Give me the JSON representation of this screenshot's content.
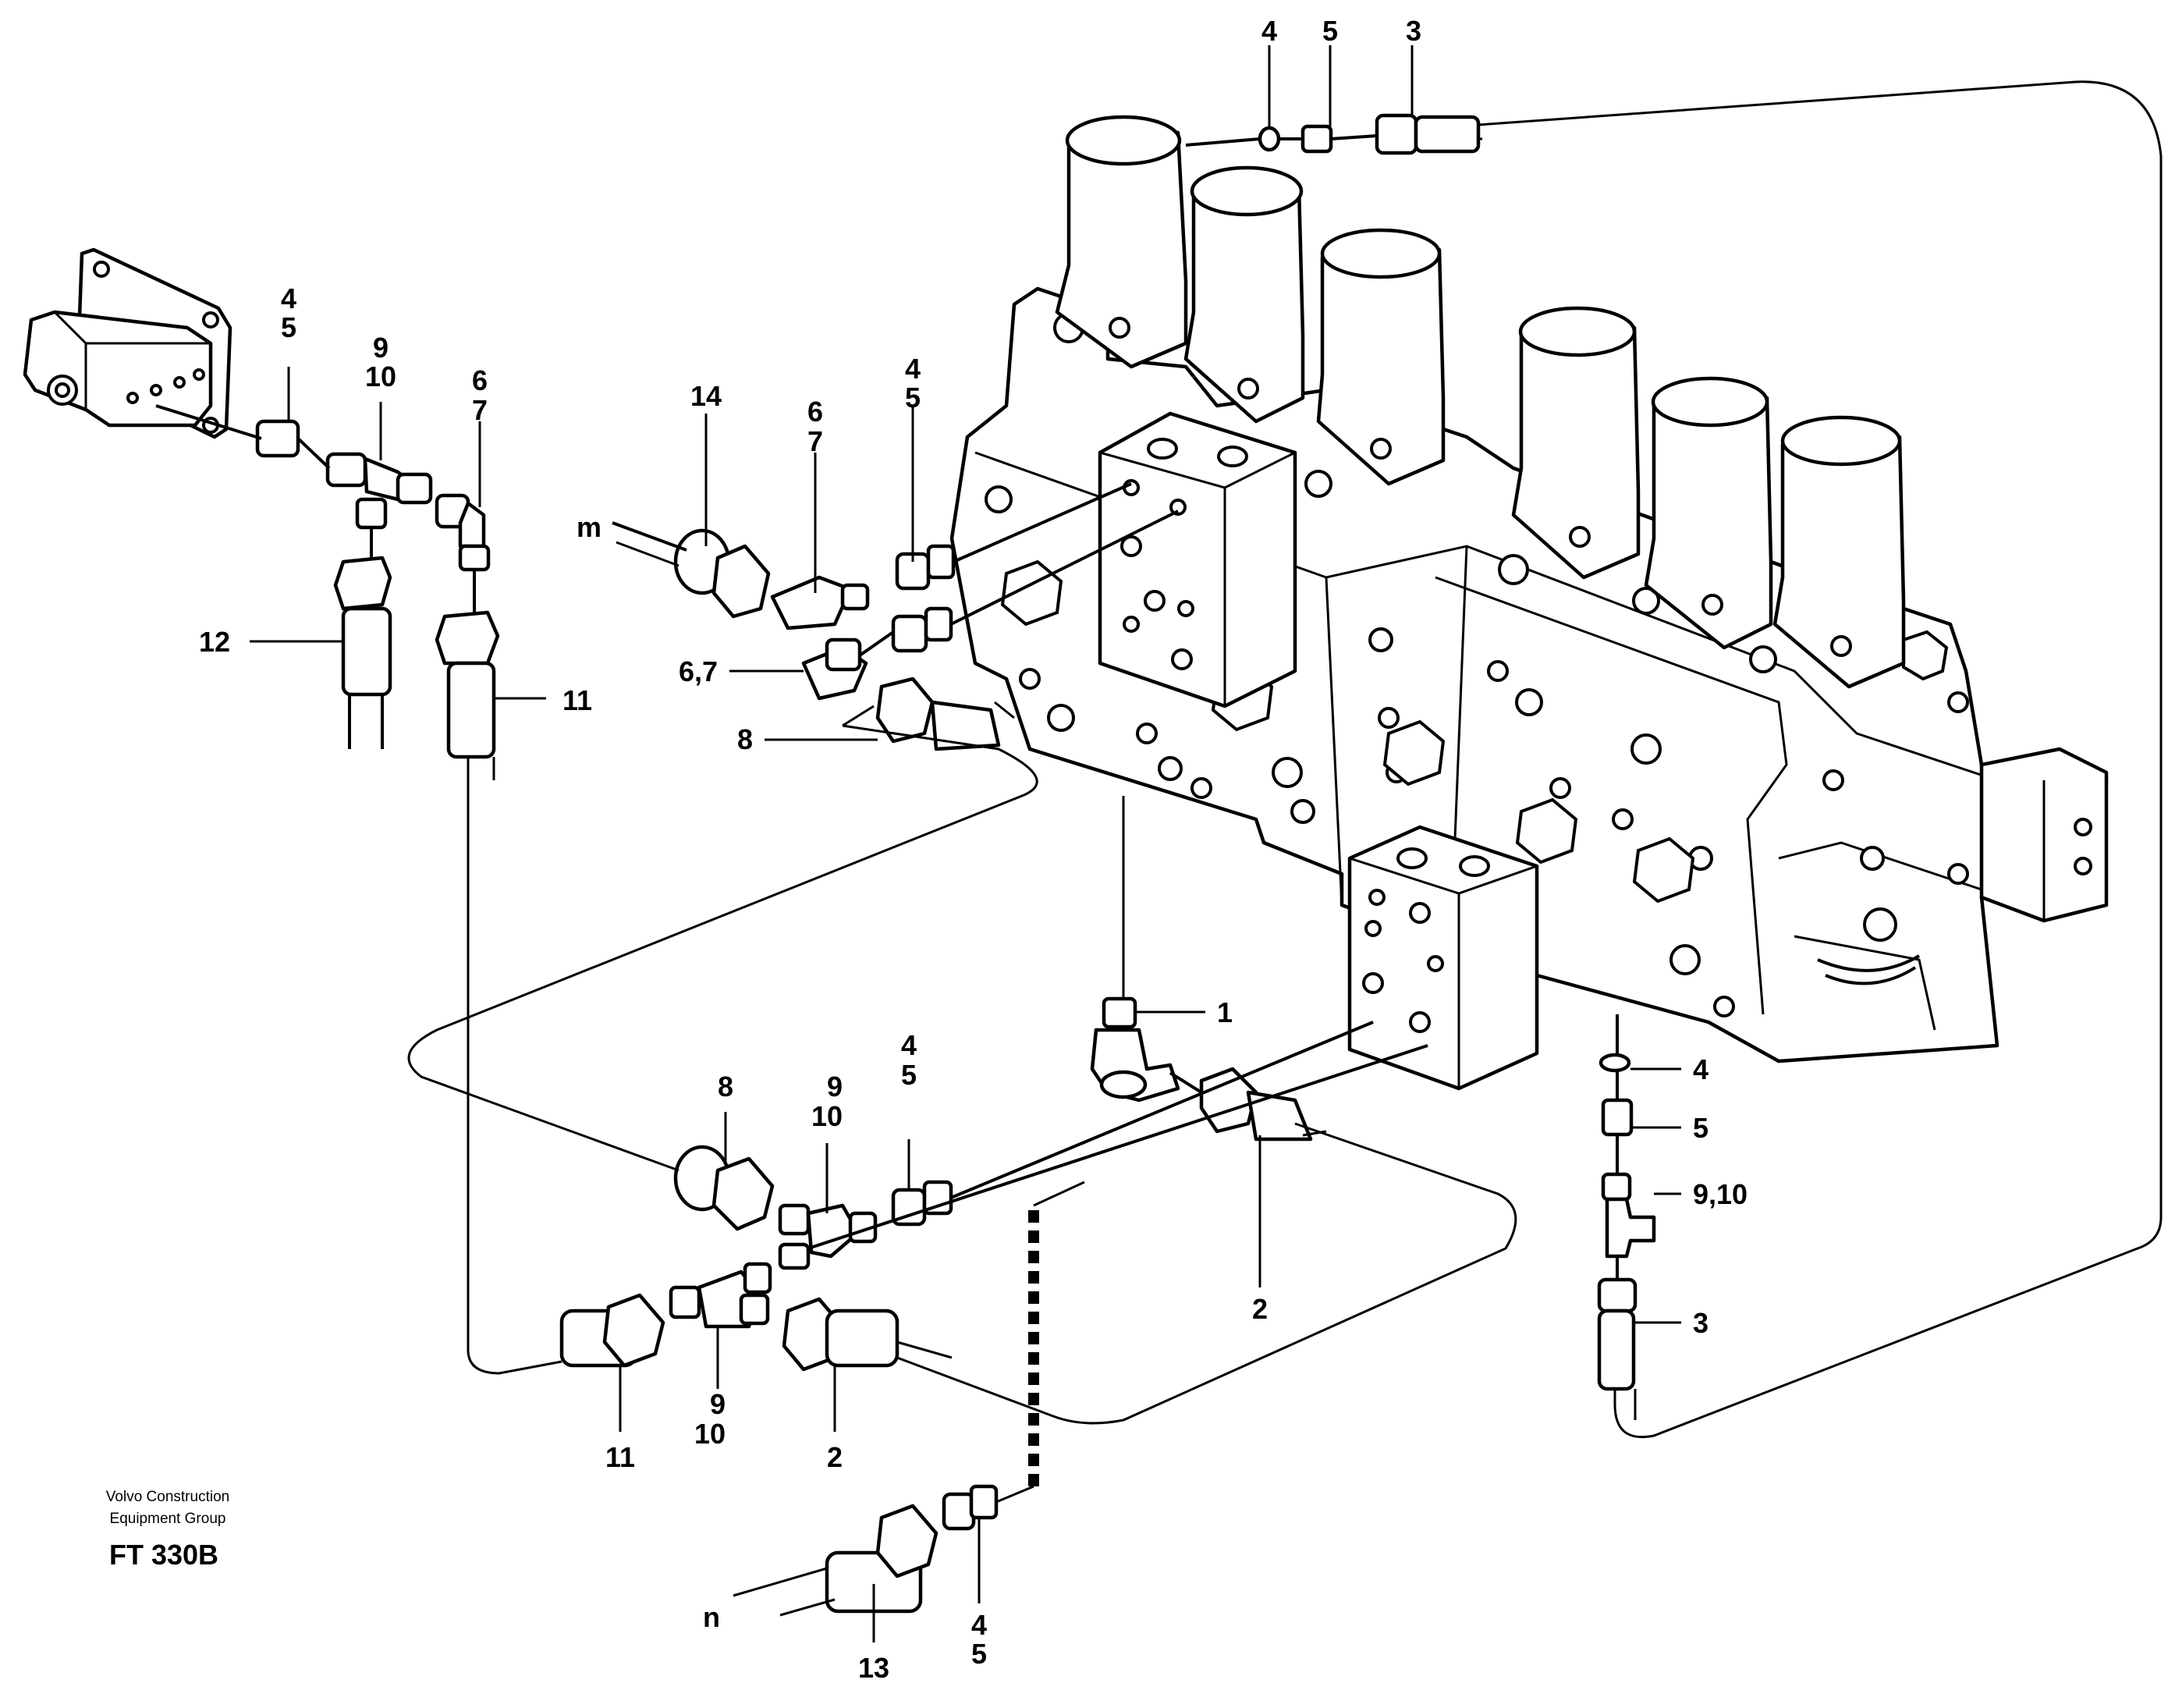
{
  "callouts": {
    "top_4": "4",
    "top_5": "5",
    "top_3": "3",
    "sensor_4": "4",
    "sensor_5": "5",
    "sensor_9": "9",
    "sensor_10": "10",
    "sensor_6": "6",
    "sensor_7": "7",
    "c12": "12",
    "c11_upper": "11",
    "c14": "14",
    "c6_mid": "6",
    "c7_mid": "7",
    "c4_mid": "4",
    "c5_mid": "5",
    "port_m": "m",
    "c67": "6,7",
    "c8_upper": "8",
    "c1": "1",
    "c8_lower": "8",
    "c9_lower": "9",
    "c10_lower": "10",
    "c4_lower": "4",
    "c5_lower": "5",
    "c2_mid": "2",
    "r4": "4",
    "r5": "5",
    "r910": "9,10",
    "r3": "3",
    "c11_lower": "11",
    "c9_bottom": "9",
    "c10_bottom": "10",
    "c2_bottom": "2",
    "port_n": "n",
    "c13": "13",
    "c4_bottom": "4",
    "c5_bottom": "5"
  },
  "credit": {
    "line1": "Volvo Construction",
    "line2": "Equipment Group",
    "figure_code": "FT 330B"
  },
  "colors": {
    "ink": "#000000",
    "paper": "#ffffff",
    "dash": "#000000"
  }
}
